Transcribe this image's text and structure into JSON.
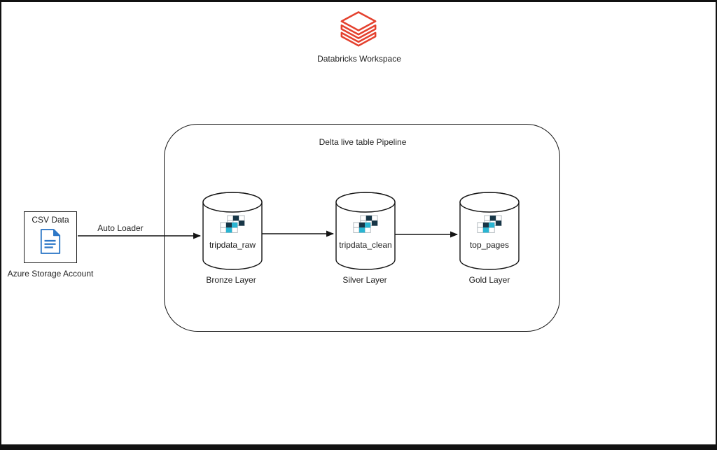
{
  "header": {
    "workspace_label": "Databricks Workspace"
  },
  "pipeline": {
    "title": "Delta live table Pipeline"
  },
  "source": {
    "box_label": "CSV Data",
    "caption": "Azure Storage Account"
  },
  "flow": {
    "auto_loader_label": "Auto Loader"
  },
  "tables": [
    {
      "name": "tripdata_raw",
      "layer": "Bronze Layer"
    },
    {
      "name": "tripdata_clean",
      "layer": "Silver Layer"
    },
    {
      "name": "top_pages",
      "layer": "Gold Layer"
    }
  ],
  "colors": {
    "databricks_red": "#E4412E",
    "document_blue": "#2E78C7",
    "table_cell_navy": "#173647",
    "table_cell_cyan": "#29B5D2",
    "line_black": "#141414"
  }
}
